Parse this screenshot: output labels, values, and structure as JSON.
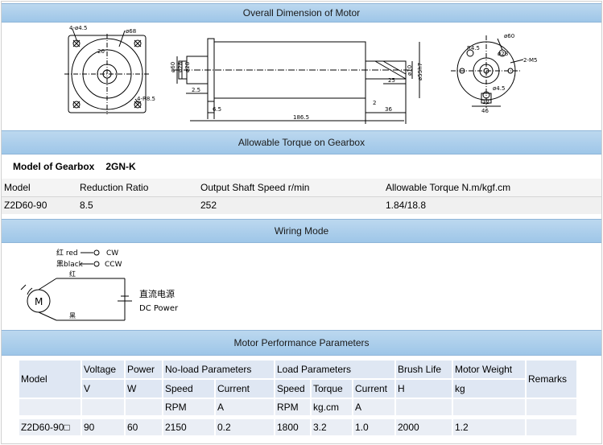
{
  "sections": {
    "dimension_title": "Overall Dimension of Motor",
    "torque_title": "Allowable Torque on Gearbox",
    "wiring_title": "Wiring Mode",
    "performance_title": "Motor Performance Parameters"
  },
  "dimension_drawing": {
    "front": {
      "hole": "4-ø4.5",
      "pcd": "ø68",
      "corner": "4-R8.5",
      "center": "20"
    },
    "side": {
      "dia_left": [
        "ø60",
        "ø28",
        "ø28"
      ],
      "left_len": "2.5",
      "flange": "6.5",
      "body": "186.5",
      "shaft": "36",
      "key": "25",
      "step": "2",
      "dia_right": [
        "ø10",
        "ø55h7"
      ]
    },
    "rear": {
      "pcd": "ø60",
      "d1": "ø28",
      "r": "R4.5",
      "thread": "2-M5",
      "d2": "ø4.5",
      "w1": "12",
      "w2": "46"
    }
  },
  "gearbox": {
    "label": "Model of Gearbox",
    "model": "2GN-K",
    "headers": [
      "Model",
      "Reduction Ratio",
      "Output Shaft Speed r/min",
      "Allowable Torque N.m/kgf.cm"
    ],
    "rows": [
      [
        "Z2D60-90",
        "8.5",
        "252",
        "1.84/18.8"
      ]
    ]
  },
  "wiring": {
    "red_label": "红 red",
    "black_label": "黑black",
    "cw": "CW",
    "ccw": "CCW",
    "red_mark": "红",
    "black_mark": "黑",
    "motor": "M",
    "source_cn": "直流电源",
    "source_en": "DC Power"
  },
  "performance": {
    "headers": {
      "model": "Model",
      "voltage": "Voltage",
      "power": "Power",
      "noload": "No-load Parameters",
      "load": "Load Parameters",
      "brush_life": "Brush Life",
      "weight": "Motor Weight",
      "remarks": "Remarks",
      "speed": "Speed",
      "current": "Current",
      "torque": "Torque"
    },
    "units": {
      "voltage": "V",
      "power": "W",
      "nl_speed": "RPM",
      "nl_current": "A",
      "l_speed": "RPM",
      "l_torque": "kg.cm",
      "l_current": "A",
      "brush": "H",
      "weight": "kg"
    },
    "row": {
      "model": "Z2D60-90□",
      "voltage": "90",
      "power": "60",
      "nl_speed": "2150",
      "nl_current": "0.2",
      "l_speed": "1800",
      "l_torque": "3.2",
      "l_current": "1.0",
      "brush": "2000",
      "weight": "1.2",
      "remarks": ""
    }
  }
}
